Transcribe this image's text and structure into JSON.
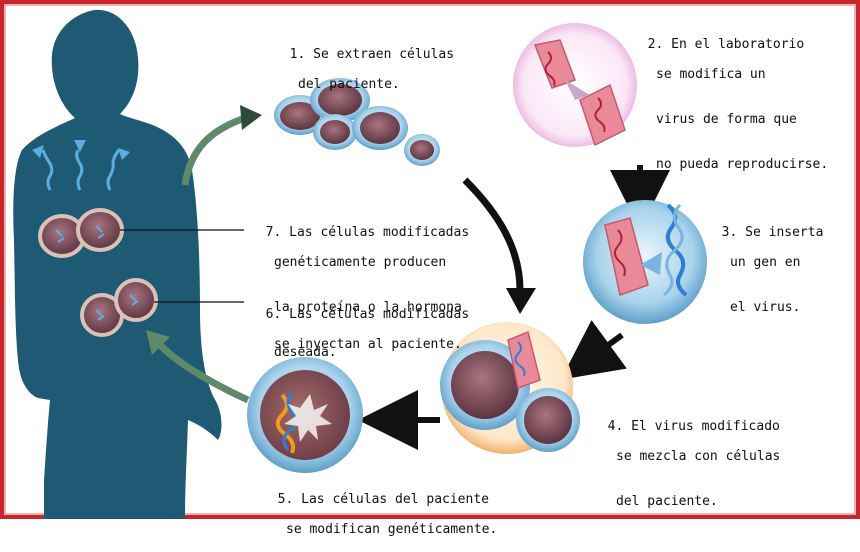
{
  "steps": [
    {
      "number": "1.",
      "lines": [
        "Se extraen células",
        "del paciente."
      ]
    },
    {
      "number": "2.",
      "lines": [
        "En el laboratorio",
        "se modifica un",
        "virus de forma que",
        "no pueda reproducirse."
      ]
    },
    {
      "number": "3.",
      "lines": [
        "Se inserta",
        "un gen en",
        "el virus."
      ]
    },
    {
      "number": "4.",
      "lines": [
        "El virus modificado",
        "se mezcla con células",
        "del paciente."
      ]
    },
    {
      "number": "5.",
      "lines": [
        "Las células del paciente",
        "se modifican genéticamente."
      ]
    },
    {
      "number": "6.",
      "lines": [
        "Las células modificadas",
        "se inyectan al paciente."
      ]
    },
    {
      "number": "7.",
      "lines": [
        "Las células modificadas",
        "genéticamente producen",
        "la proteína o la hormona",
        "deseada."
      ]
    }
  ],
  "colors": {
    "border": "#c8262b",
    "silhouette": "#1e5a74",
    "cell_body": "#7b4b55",
    "cell_halo": "#a9d3ec",
    "arrow_dark": "#111111",
    "arrow_green": "#5f8a6a",
    "virus_pink": "#e98a99",
    "gene_blue": "#2c7fd1"
  }
}
